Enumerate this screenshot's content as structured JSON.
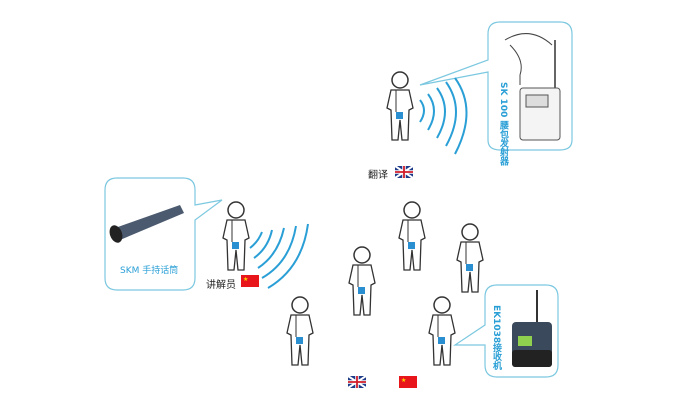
{
  "labels": {
    "transmitter": "SK 100 腰包发射器",
    "microphone": "SKM 手持话筒",
    "receiver": "EK1038接收机",
    "translator": "翻译",
    "guide": "讲解员"
  },
  "colors": {
    "accent": "#2a9fd6",
    "box_border": "#7cc8e0",
    "figure_blue": "#2a8fd0"
  }
}
